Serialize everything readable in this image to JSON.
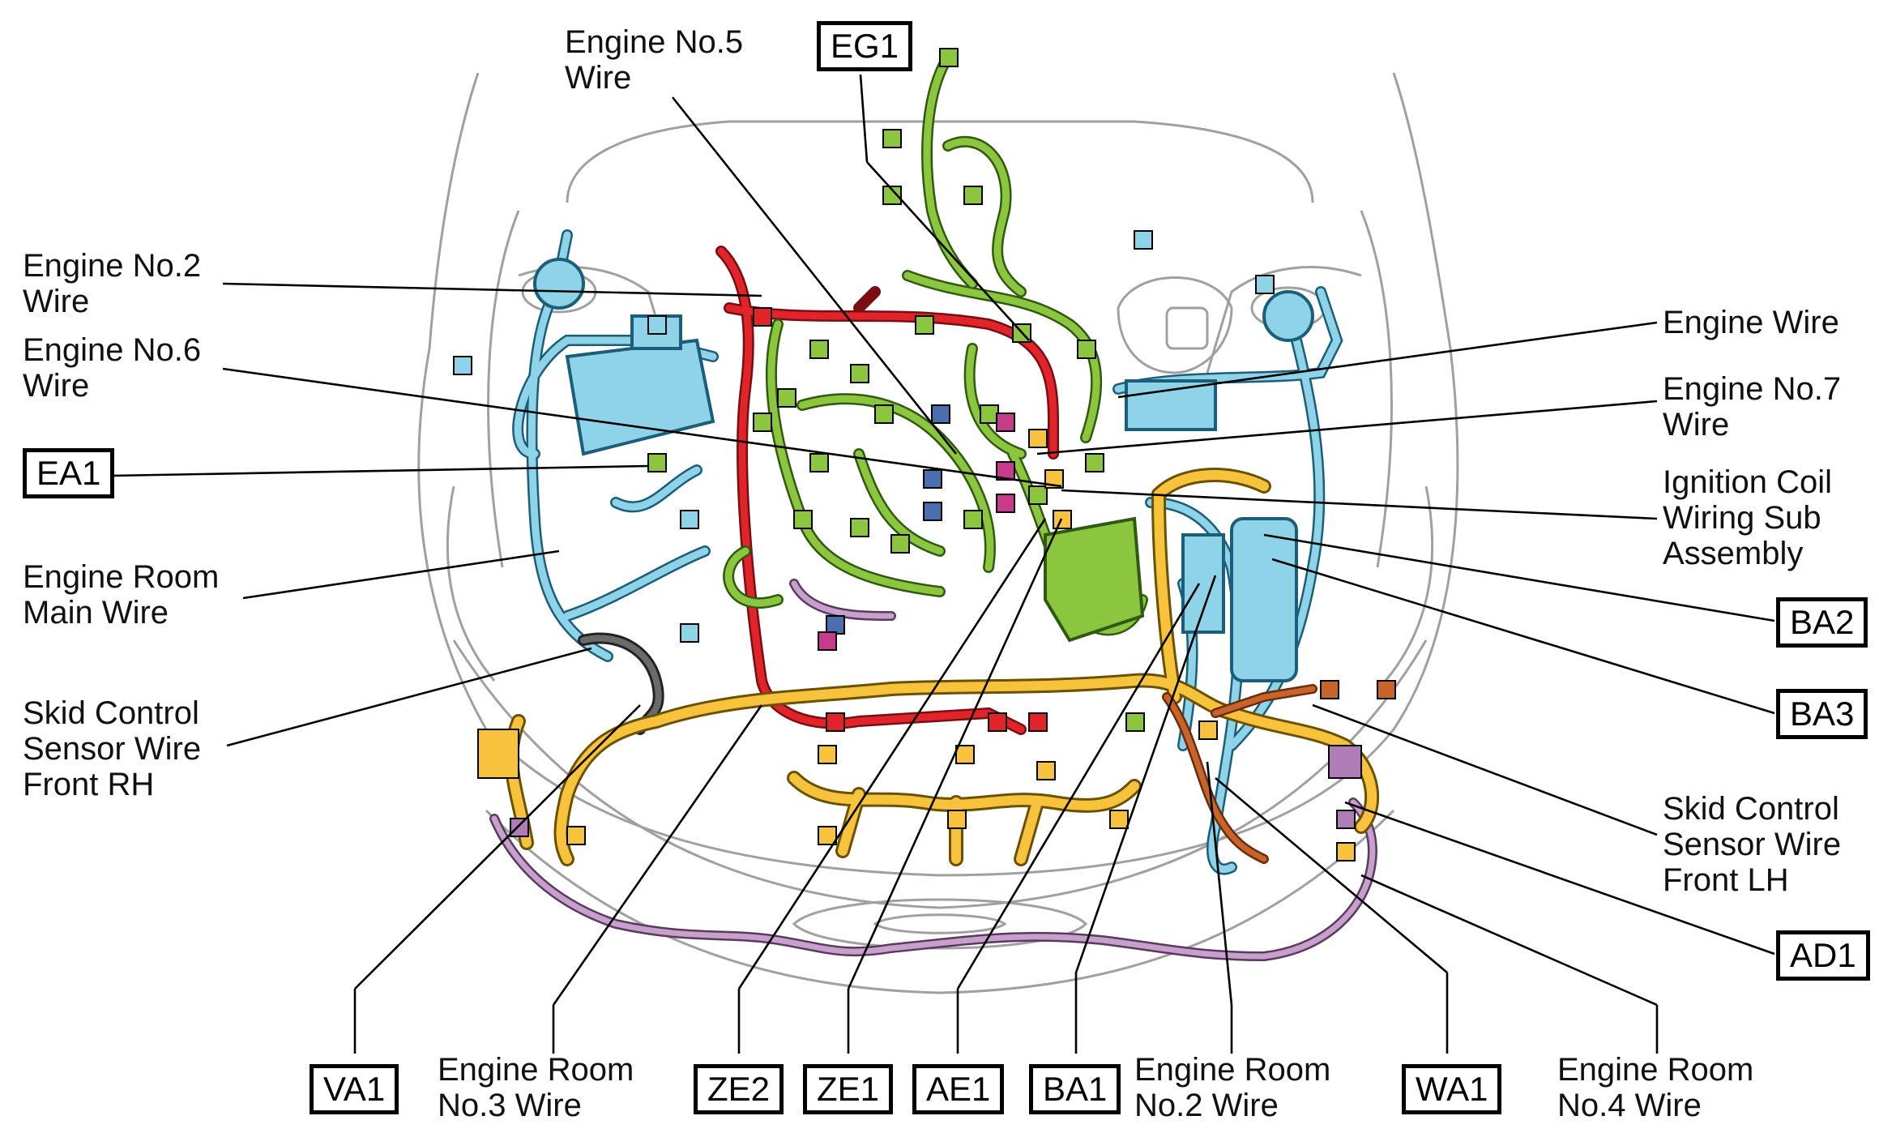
{
  "labels": {
    "engine_no5": "Engine No.5\nWire",
    "engine_no2": "Engine No.2\nWire",
    "engine_no6": "Engine No.6\nWire",
    "engine_room_main": "Engine Room\nMain Wire",
    "skid_rh": "Skid Control\nSensor Wire\nFront RH",
    "engine_wire": "Engine Wire",
    "engine_no7": "Engine No.7\nWire",
    "ignition_coil": "Ignition Coil\nWiring Sub\nAssembly",
    "skid_lh": "Skid Control\nSensor Wire\nFront LH",
    "engine_room_no3": "Engine Room\nNo.3 Wire",
    "engine_room_no2": "Engine Room\nNo.2 Wire",
    "engine_room_no4": "Engine Room\nNo.4 Wire"
  },
  "connectors": {
    "eg1": "EG1",
    "ea1": "EA1",
    "ba2": "BA2",
    "ba3": "BA3",
    "ad1": "AD1",
    "va1": "VA1",
    "ze2": "ZE2",
    "ze1": "ZE1",
    "ae1": "AE1",
    "ba1": "BA1",
    "wa1": "WA1"
  },
  "colors": {
    "outline": "#9a9a9a",
    "blue_harness": "#8fd3e8",
    "green_harness": "#8cc63f",
    "yellow_harness": "#f7c23c",
    "red_harness": "#e0242a",
    "purple_harness": "#b07cb8",
    "orange_harness": "#c8642a",
    "dark_harness": "#3a3a3a"
  }
}
